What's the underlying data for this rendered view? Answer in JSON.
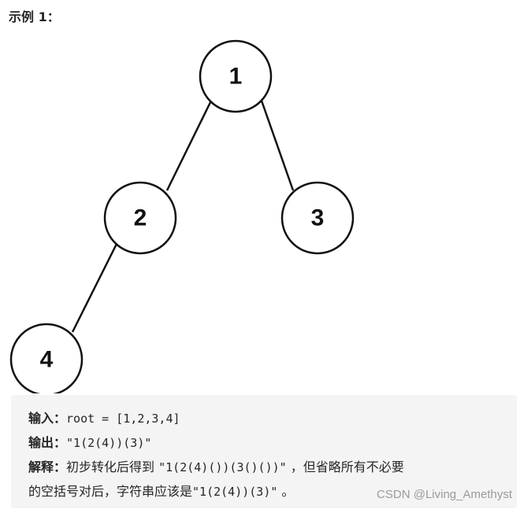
{
  "heading": "示例 1：",
  "tree": {
    "nodes": [
      "1",
      "2",
      "3",
      "4"
    ]
  },
  "example": {
    "input_label": "输入：",
    "input_value": "root = [1,2,3,4]",
    "output_label": "输出：",
    "output_value": "\"1(2(4))(3)\"",
    "explain_label": "解释：",
    "explain_text_1": "初步转化后得到",
    "explain_code_1": "\"1(2(4)())(3()())\"",
    "explain_text_2": "，但省略所有不必要",
    "explain_text_3": "的空括号对后，字符串应该是",
    "explain_code_2": "\"1(2(4))(3)\"",
    "explain_text_4": "。"
  },
  "watermark": "CSDN @Living_Amethyst"
}
